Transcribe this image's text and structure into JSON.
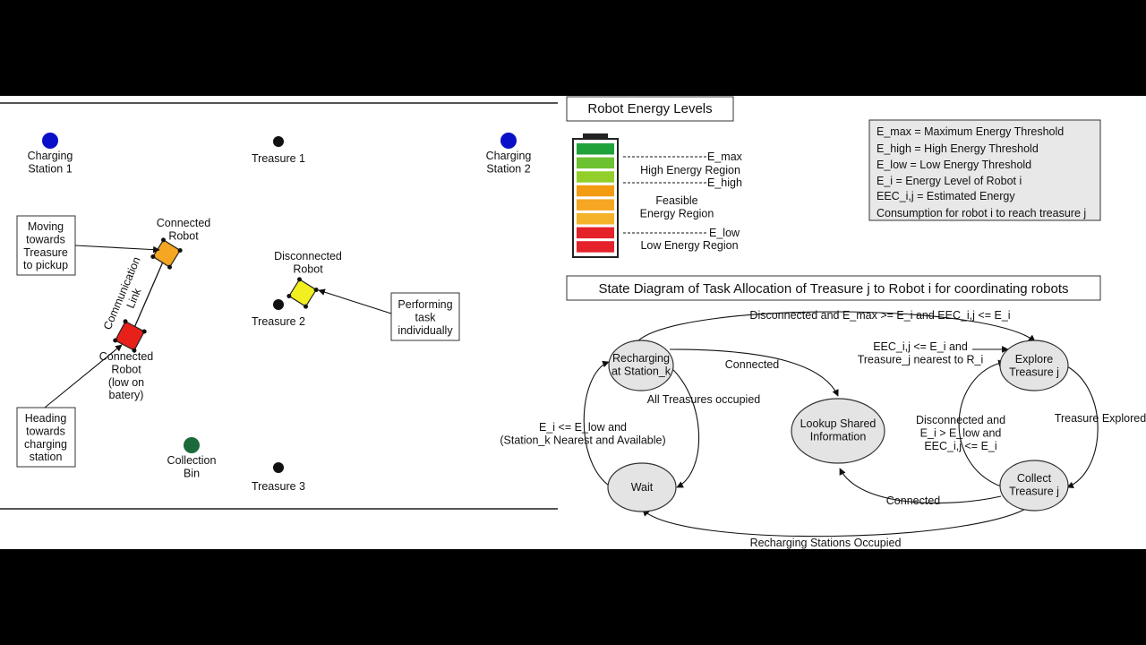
{
  "arena": {
    "charging_station_1": "Charging\nStation 1",
    "charging_station_2": "Charging\nStation 2",
    "treasure_1": "Treasure 1",
    "treasure_2": "Treasure 2",
    "treasure_3": "Treasure 3",
    "collection_bin": "Collection\nBin",
    "connected_robot_top": "Connected\nRobot",
    "connected_robot_low": "Connected\nRobot\n(low on\nbatery)",
    "disconnected_robot": "Disconnected\nRobot",
    "communication_link": "Communication\nLink",
    "note_moving": "Moving\ntowards\nTreasure\nto pickup",
    "note_heading": "Heading\ntowards\ncharging\nstation",
    "note_performing": "Performing\ntask\nindividually",
    "colors": {
      "station": "#0a10c8",
      "bin": "#1b6b3a",
      "robot_orange": "#f5a623",
      "robot_red": "#e8201a",
      "robot_yellow": "#f2ef20"
    }
  },
  "energy": {
    "title": "Robot Energy Levels",
    "e_max": "E_max",
    "e_high": "E_high",
    "e_low": "E_low",
    "high_region": "High Energy Region",
    "feasible_region": "Feasible\nEnergy Region",
    "low_region": "Low Energy Region",
    "bar_colors": [
      "#1fa23a",
      "#6cc230",
      "#92cf2a",
      "#f39c12",
      "#f5a623",
      "#f5b32a",
      "#e5222a",
      "#e5222a"
    ]
  },
  "legend": {
    "line1": "E_max = Maximum Energy Threshold",
    "line2": "E_high = High Energy Threshold",
    "line3": "E_low = Low Energy Threshold",
    "line4": "E_i = Energy Level of Robot i",
    "line5": "EEC_i,j = Estimated Energy",
    "line6": "Consumption for robot i to reach treasure j"
  },
  "state_diagram": {
    "title": "State Diagram of Task Allocation of Treasure j to Robot i for coordinating robots",
    "node_recharging": "Recharging\nat Station_k",
    "node_wait": "Wait",
    "node_lookup": "Lookup Shared\nInformation",
    "node_explore": "Explore\nTreasure j",
    "node_collect": "Collect\nTreasure j",
    "edge_top": "Disconnected and E_max >= E_i and EEC_i,j <= E_i",
    "edge_connected_1": "Connected",
    "edge_all_occupied": "All Treasures occupied",
    "edge_eec_nearest": "EEC_i,j <= E_i and\nTreasure_j nearest to R_i",
    "edge_treasure_explored": "Treasure Explored",
    "edge_disconnected_collect": "Disconnected and\nE_i > E_low and\nEEC_i,j <= E_i",
    "edge_ei_elow": "E_i <= E_low and\n(Station_k Nearest and Available)",
    "edge_connected_2": "Connected",
    "edge_recharging_occupied": "Recharging Stations Occupied"
  }
}
